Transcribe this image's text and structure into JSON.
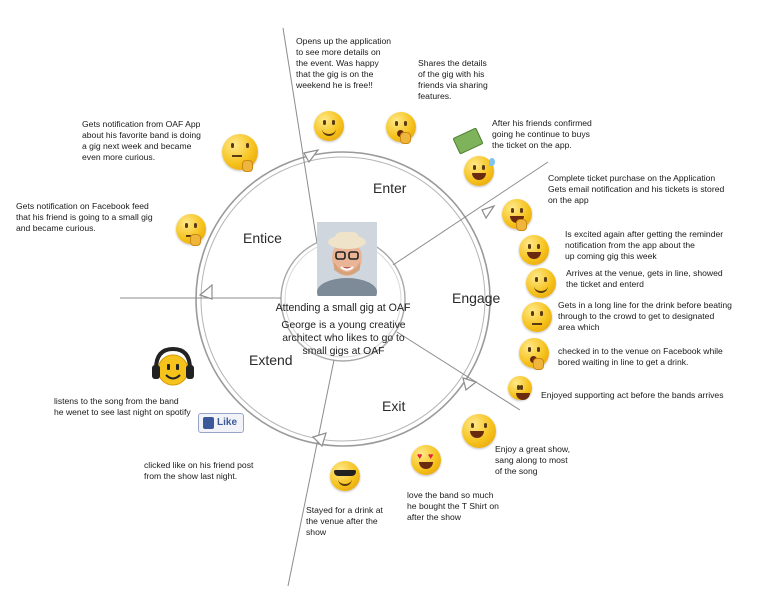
{
  "stages": {
    "enter": "Enter",
    "entice": "Entice",
    "engage": "Engage",
    "extend": "Extend",
    "exit": "Exit"
  },
  "center": {
    "title": "Attending a small gig at OAF",
    "description": "George is a young creative architect who likes to go to small gigs at OAF"
  },
  "notes": {
    "opens_app": "Opens up the application\nto see more details on\nthe event.  Was happy\nthat the gig is on the\nweekend he is free!!",
    "shares_details": "Shares the details\nof the gig with his\nfriends via sharing\nfeatures.",
    "buys_ticket": "After his friends confirmed\ngoing he continue to buys\nthe ticket on the app.",
    "oaf_notification": "Gets notification from OAF App\nabout his favorite band is doing\na gig next week and became\neven more curious.",
    "facebook_feed": "Gets notification on Facebook feed\nthat his friend is going to a small gig\nand became curious.",
    "complete_purchase": "Complete ticket purchase on the Application\nGets email notification and his tickets is stored\non the app",
    "reminder": "Is excited again after getting the reminder\nnotification from the app about the\nup coming gig this week",
    "arrives": "Arrives at the venue, gets in line, showed\nthe ticket and enterd",
    "drink_line": "Gets in a long line for the drink before beating\nthrough to the crowd to get to designated\narea which",
    "checked_in": "checked in to the venue on Facebook while\nbored waiting in line to get a drink.",
    "support_act": "Enjoyed supporting act before the bands arrives",
    "great_show": "Enjoy a great show,\nsang along to most\nof the song",
    "tshirt": "love the band so much\nhe bought the T Shirt on\nafter the show",
    "stayed_drink": "Stayed for a drink at\nthe venue after the\nshow",
    "listens_song": "listens to the song from the band\nhe wenet to see last night on spotify",
    "clicked_like": "clicked like on his friend post\nfrom the show last night."
  },
  "like_button": {
    "label": "Like"
  },
  "icons": {
    "ring_arrow": "arrow-head-icon",
    "emoji_faces": "emoji-icon",
    "headphones": "headphones-emoji-icon",
    "like": "facebook-like-icon",
    "money": "money-icon"
  },
  "colors": {
    "ring_stroke": "#8c8c8c",
    "spoke_stroke": "#8c8c8c",
    "emoji_yellow": "#f6c21c",
    "facebook_blue": "#3b5998"
  }
}
